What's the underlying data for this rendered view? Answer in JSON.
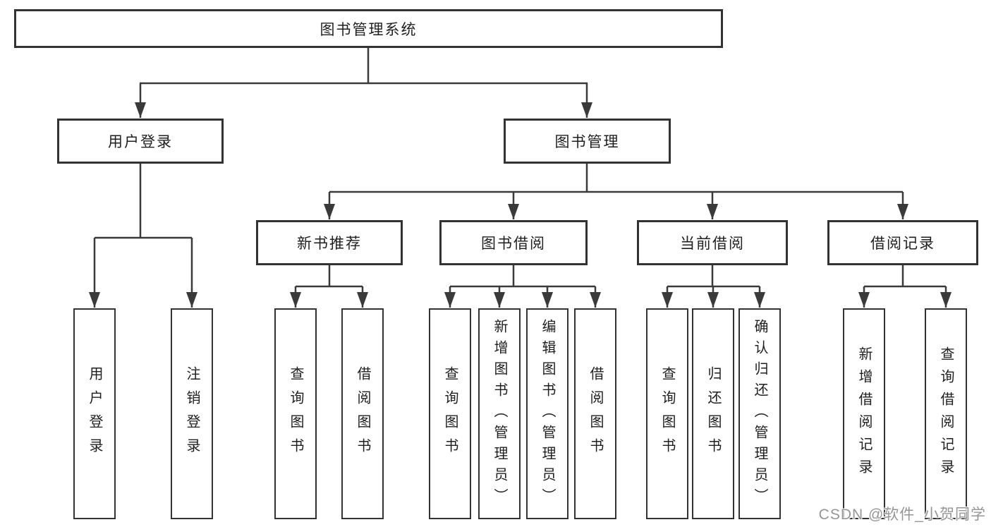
{
  "colors": {
    "line": "#3a3a3a",
    "box_border": "#333333",
    "box_fill": "#ffffff",
    "text": "#1f1f1f",
    "watermark": "#969696",
    "background": "#ffffff"
  },
  "nodes": {
    "root": "图书管理系统",
    "user_login": "用户登录",
    "book_mgmt": "图书管理",
    "new_book_rec": "新书推荐",
    "book_borrow": "图书借阅",
    "current_borrow": "当前借阅",
    "borrow_record": "借阅记录",
    "leaf_user_login": "用户登录",
    "leaf_logout": "注销登录",
    "leaf_rec_query": "查询图书",
    "leaf_rec_borrow": "借阅图书",
    "leaf_bb_query": "查询图书",
    "leaf_bb_add": "新增图书（管理员）",
    "leaf_bb_edit": "编辑图书（管理员）",
    "leaf_bb_borrow": "借阅图书",
    "leaf_cb_query": "查询图书",
    "leaf_cb_return": "归还图书",
    "leaf_cb_confirm": "确认归还（管理员）",
    "leaf_br_add": "新增借阅记录",
    "leaf_br_query": "查询借阅记录"
  },
  "watermark": {
    "text": "CSDN @软件_小贺同学"
  }
}
